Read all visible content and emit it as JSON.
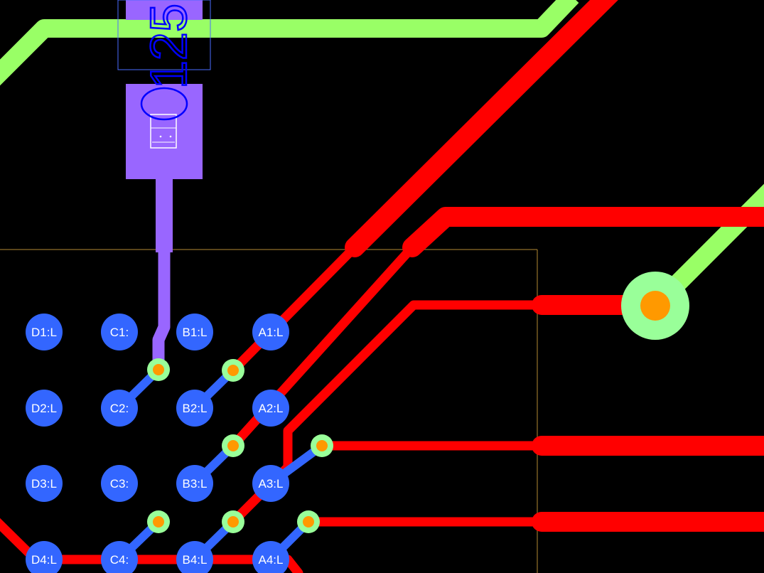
{
  "view": {
    "background": "#000000",
    "description_layers": [
      "top-copper-red",
      "mid-layer-green",
      "bottom-pads-blue",
      "component-purple",
      "board-outline"
    ]
  },
  "colors": {
    "trace_red": "#ff0000",
    "trace_green": "#99ff66",
    "pad_blue": "#3366ff",
    "component_purple": "#9966ff",
    "via_ring": "#99ff99",
    "via_hole": "#ff9900",
    "outline": "#b38a33",
    "silk_blue": "#0000ff"
  },
  "component": {
    "designator_fragment": "125"
  },
  "pads": [
    {
      "label": "D1:L",
      "row": 1,
      "col": "D"
    },
    {
      "label": "C1:",
      "row": 1,
      "col": "C"
    },
    {
      "label": "B1:L",
      "row": 1,
      "col": "B"
    },
    {
      "label": "A1:L",
      "row": 1,
      "col": "A"
    },
    {
      "label": "D2:L",
      "row": 2,
      "col": "D"
    },
    {
      "label": "C2:",
      "row": 2,
      "col": "C"
    },
    {
      "label": "B2:L",
      "row": 2,
      "col": "B"
    },
    {
      "label": "A2:L",
      "row": 2,
      "col": "A"
    },
    {
      "label": "D3:L",
      "row": 3,
      "col": "D"
    },
    {
      "label": "C3:",
      "row": 3,
      "col": "C"
    },
    {
      "label": "B3:L",
      "row": 3,
      "col": "B"
    },
    {
      "label": "A3:L",
      "row": 3,
      "col": "A"
    },
    {
      "label": "D4:L",
      "row": 4,
      "col": "D"
    },
    {
      "label": "C4:",
      "row": 4,
      "col": "C"
    },
    {
      "label": "B4:L",
      "row": 4,
      "col": "B"
    },
    {
      "label": "A4:L",
      "row": 4,
      "col": "A"
    }
  ]
}
